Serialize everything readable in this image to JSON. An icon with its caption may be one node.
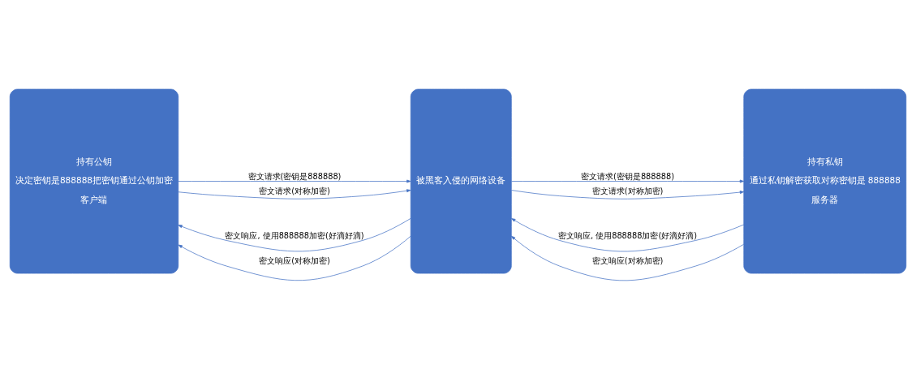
{
  "diagram": {
    "nodes": [
      {
        "text": [
          "持有公钥",
          "决定密钥是888888把密钥通过公钥加密",
          "客户端"
        ]
      },
      {
        "text": [
          "被黑客入侵的网络设备"
        ]
      },
      {
        "text": [
          "持有私钥",
          "通过私钥解密获取对称密钥是 888888",
          "服务器"
        ]
      }
    ],
    "edges": [
      {
        "from": 0,
        "to": 1,
        "arrow": "to",
        "label": "密文请求(密钥是888888)"
      },
      {
        "from": 1,
        "to": 0,
        "arrow": "to",
        "label": "密文响应, 使用888888加密(好滴好滴)"
      },
      {
        "from": 1,
        "to": 2,
        "arrow": "to",
        "label": "密文请求(密钥是888888)"
      },
      {
        "from": 2,
        "to": 1,
        "arrow": "to",
        "label": "密文响应, 使用888888加密(好滴好滴)"
      },
      {
        "from": 0,
        "to": 1,
        "arrow": "to",
        "label": "密文请求(对称加密)"
      },
      {
        "from": 1,
        "to": 0,
        "arrow": "to",
        "label": "密文响应(对称加密)"
      },
      {
        "from": 1,
        "to": 2,
        "arrow": "to",
        "label": "密文请求(对称加密)"
      },
      {
        "from": 2,
        "to": 1,
        "arrow": "to",
        "label": "密文响应(对称加密)"
      }
    ]
  }
}
